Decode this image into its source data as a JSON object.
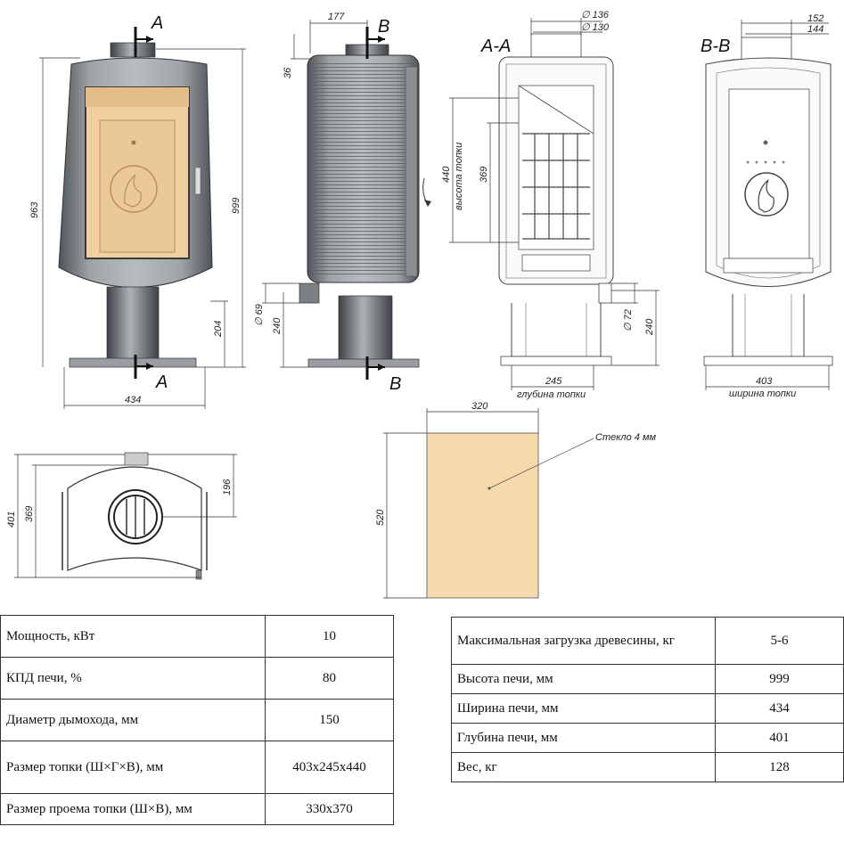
{
  "section_labels": {
    "a_top": "A",
    "a_bottom": "A",
    "b_top": "B",
    "b_bottom": "B",
    "aa": "A-A",
    "bb": "B-B"
  },
  "dimensions": {
    "front_height": "963",
    "front_total_height": "999",
    "front_width": "434",
    "front_leg": "204",
    "side_offset": "177",
    "side_top": "36",
    "side_flue_dia": "∅ 69",
    "side_inlet": "240",
    "aa_dia_outer": "∅ 136",
    "aa_dia_inner": "∅ 130",
    "aa_firebox_height": "440",
    "aa_firebox_height_label": "высота топки",
    "aa_inner": "369",
    "aa_dia_air": "∅ 72",
    "aa_leg": "240",
    "aa_depth": "245",
    "aa_depth_label": "глубина топки",
    "bb_top_outer": "152",
    "bb_top_inner": "144",
    "bb_width": "403",
    "bb_width_label": "ширина топки",
    "plan_depth": "401",
    "plan_inner": "369",
    "plan_flue": "196",
    "glass_width": "320",
    "glass_height": "520",
    "glass_label": "Стекло 4 мм"
  },
  "colors": {
    "body": "#8f9499",
    "body_dark": "#5e6368",
    "firebox": "#f0cfa0",
    "glass": "#f7d9ae"
  },
  "spec_left": [
    {
      "label": "Мощность, кВт",
      "value": "10"
    },
    {
      "label": "КПД печи, %",
      "value": "80"
    },
    {
      "label": "Диаметр дымохода, мм",
      "value": "150"
    },
    {
      "label": "Размер топки (Ш×Г×В), мм",
      "value": "403x245x440"
    },
    {
      "label": "Размер проема топки (Ш×В), мм",
      "value": "330x370"
    }
  ],
  "spec_right": [
    {
      "label": "Максимальная загрузка древесины, кг",
      "value": "5-6"
    },
    {
      "label": "Высота печи, мм",
      "value": "999"
    },
    {
      "label": "Ширина печи, мм",
      "value": "434"
    },
    {
      "label": "Глубина печи, мм",
      "value": "401"
    },
    {
      "label": "Вес, кг",
      "value": "128"
    }
  ]
}
